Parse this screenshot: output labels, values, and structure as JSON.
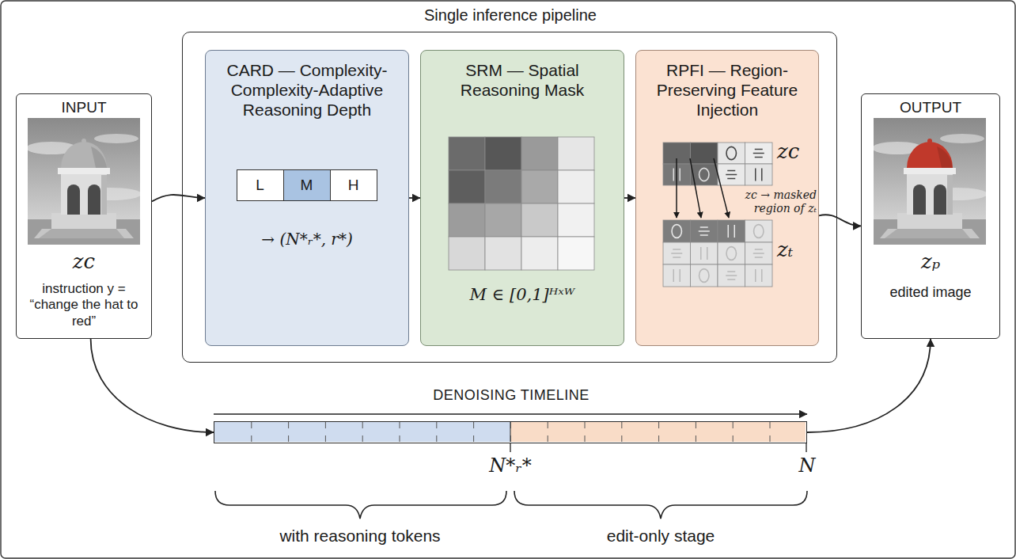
{
  "diagram": {
    "nodes": [
      {
        "text": [
          "Single inference pipeline"
        ]
      },
      {
        "text": [
          "INPUT",
          "zc",
          "instruction y = “change the hat to red”"
        ]
      },
      {
        "text": [
          "CARD — Complexity-Complexity-Adaptive Reasoning Depth",
          "→ (N*ᵣ*, r*)"
        ],
        "in": 0
      },
      {
        "text": [
          "L"
        ],
        "in": 2
      },
      {
        "text": [
          "M"
        ],
        "in": 2
      },
      {
        "text": [
          "H"
        ],
        "in": 2
      },
      {
        "text": [
          "SRM — Spatial Reasoning Mask",
          "M ∈ [0,1]ᴴˣᵂ"
        ],
        "in": 0
      },
      {
        "text": [
          "RPFI — Region-Preserving Feature Injection",
          "zc",
          "zc → masked region of zₜ",
          "zₜ"
        ],
        "in": 0
      },
      {
        "text": [
          "OUTPUT",
          "zₚ",
          "edited image"
        ]
      },
      {
        "text": [
          "DENOISING TIMELINE"
        ]
      }
    ],
    "edges": [
      {
        "from": 1,
        "to": 2,
        "arrow": "to"
      },
      {
        "from": 2,
        "to": 6,
        "arrow": "to"
      },
      {
        "from": 6,
        "to": 7,
        "arrow": "to"
      },
      {
        "from": 7,
        "to": 8,
        "arrow": "to"
      },
      {
        "from": 1,
        "to": 9,
        "arrow": "to"
      },
      {
        "from": 9,
        "to": 8,
        "arrow": "to"
      }
    ],
    "labels": [
      "N*ᵣ*",
      "N",
      "with reasoning tokens",
      "edit-only stage"
    ]
  }
}
